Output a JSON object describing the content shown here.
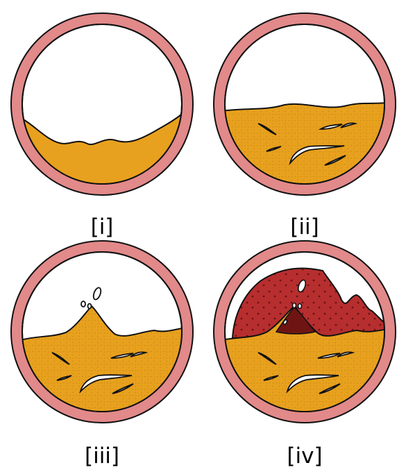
{
  "panels": [
    {
      "label": "[i]"
    },
    {
      "label": "[ii]"
    },
    {
      "label": "[iii]"
    },
    {
      "label": "[iv]"
    }
  ],
  "colors": {
    "vessel_wall": "#E2898A",
    "outline": "#111111",
    "lumen": "#FFFFFF",
    "plaque": "#E8A11E",
    "plaque_texture": "#C98A12",
    "thrombus": "#B72E2F",
    "thrombus_dark": "#6E1514",
    "thrombus_dots": "#6A1313"
  }
}
